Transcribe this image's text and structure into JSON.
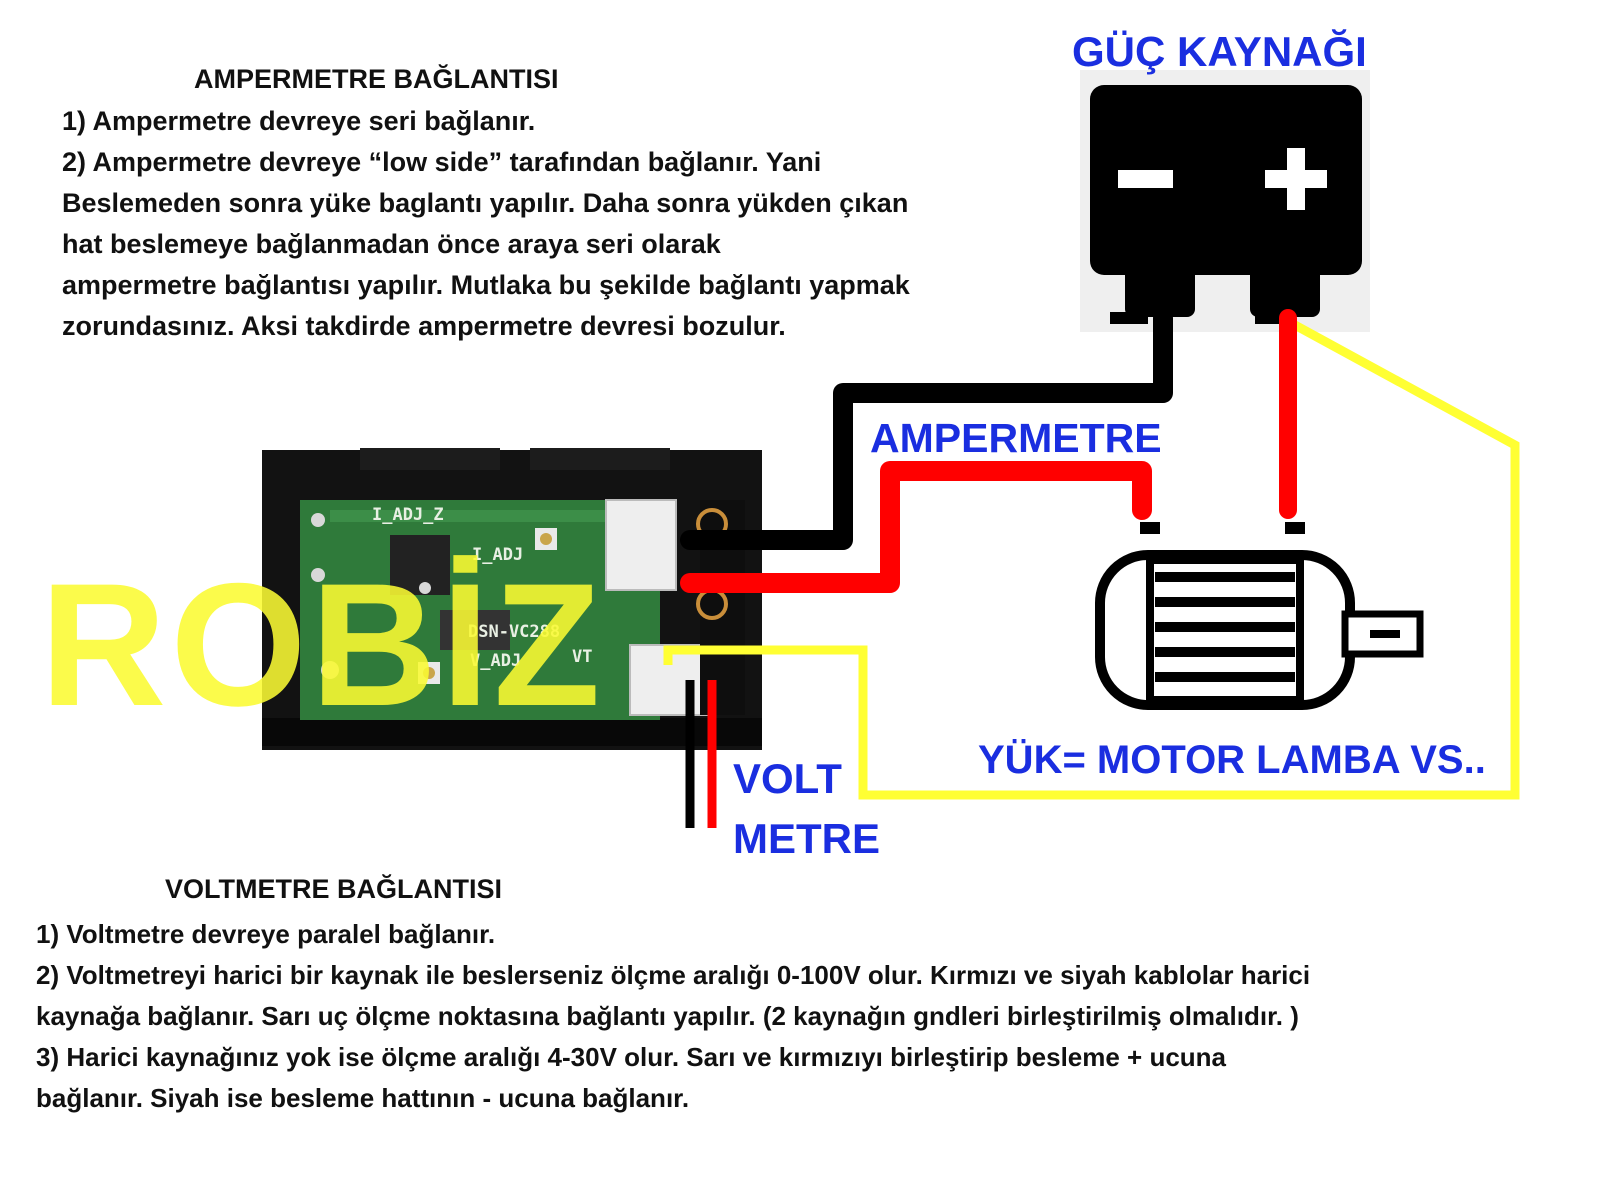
{
  "ampermetre_section": {
    "heading": "AMPERMETRE BAĞLANTISI",
    "lines": [
      "1) Ampermetre devreye seri bağlanır.",
      "2) Ampermetre devreye “low side” tarafından bağlanır. Yani",
      "Beslemeden sonra yüke baglantı  yapılır. Daha sonra yükden çıkan",
      "hat beslemeye bağlanmadan önce araya seri olarak",
      "ampermetre bağlantısı yapılır. Mutlaka bu şekilde bağlantı yapmak",
      "zorundasınız. Aksi takdirde ampermetre devresi bozulur."
    ]
  },
  "voltmetre_section": {
    "heading": "VOLTMETRE BAĞLANTISI",
    "lines": [
      "1) Voltmetre devreye paralel bağlanır.",
      "2) Voltmetreyi harici bir kaynak ile beslerseniz ölçme aralığı 0-100V olur. Kırmızı ve siyah kablolar harici",
      "kaynağa bağlanır. Sarı uç ölçme noktasına bağlantı yapılır. (2 kaynağın gndleri birleştirilmiş olmalıdır. )",
      "3) Harici kaynağınız yok ise ölçme aralığı 4-30V olur. Sarı ve kırmızıyı birleştirip besleme + ucuna",
      "bağlanır. Siyah ise besleme hattının - ucuna bağlanır."
    ]
  },
  "diagram_labels": {
    "power_supply": "GÜÇ KAYNAĞI",
    "ammeter": "AMPERMETRE",
    "volt_line1": "VOLT",
    "volt_line2": "METRE",
    "load": "YÜK= MOTOR LAMBA VS..",
    "battery_minus": "−",
    "battery_plus": "+"
  },
  "pcb_labels": {
    "i_adj_z": "I_ADJ_Z",
    "i_adj": "I_ADJ",
    "model": "DSN-VC288",
    "v_adj": "V_ADJ",
    "vt": "VT"
  },
  "watermark": "ROBİZ",
  "colors": {
    "label_blue": "#1a2ee0",
    "wire_black": "#000000",
    "wire_red": "#ff0000",
    "wire_yellow": "#ffff33",
    "pcb_green": "#2f7a3a"
  },
  "icons": {
    "battery": "battery-icon",
    "motor": "motor-icon",
    "meter": "volt-amp-meter-module"
  }
}
